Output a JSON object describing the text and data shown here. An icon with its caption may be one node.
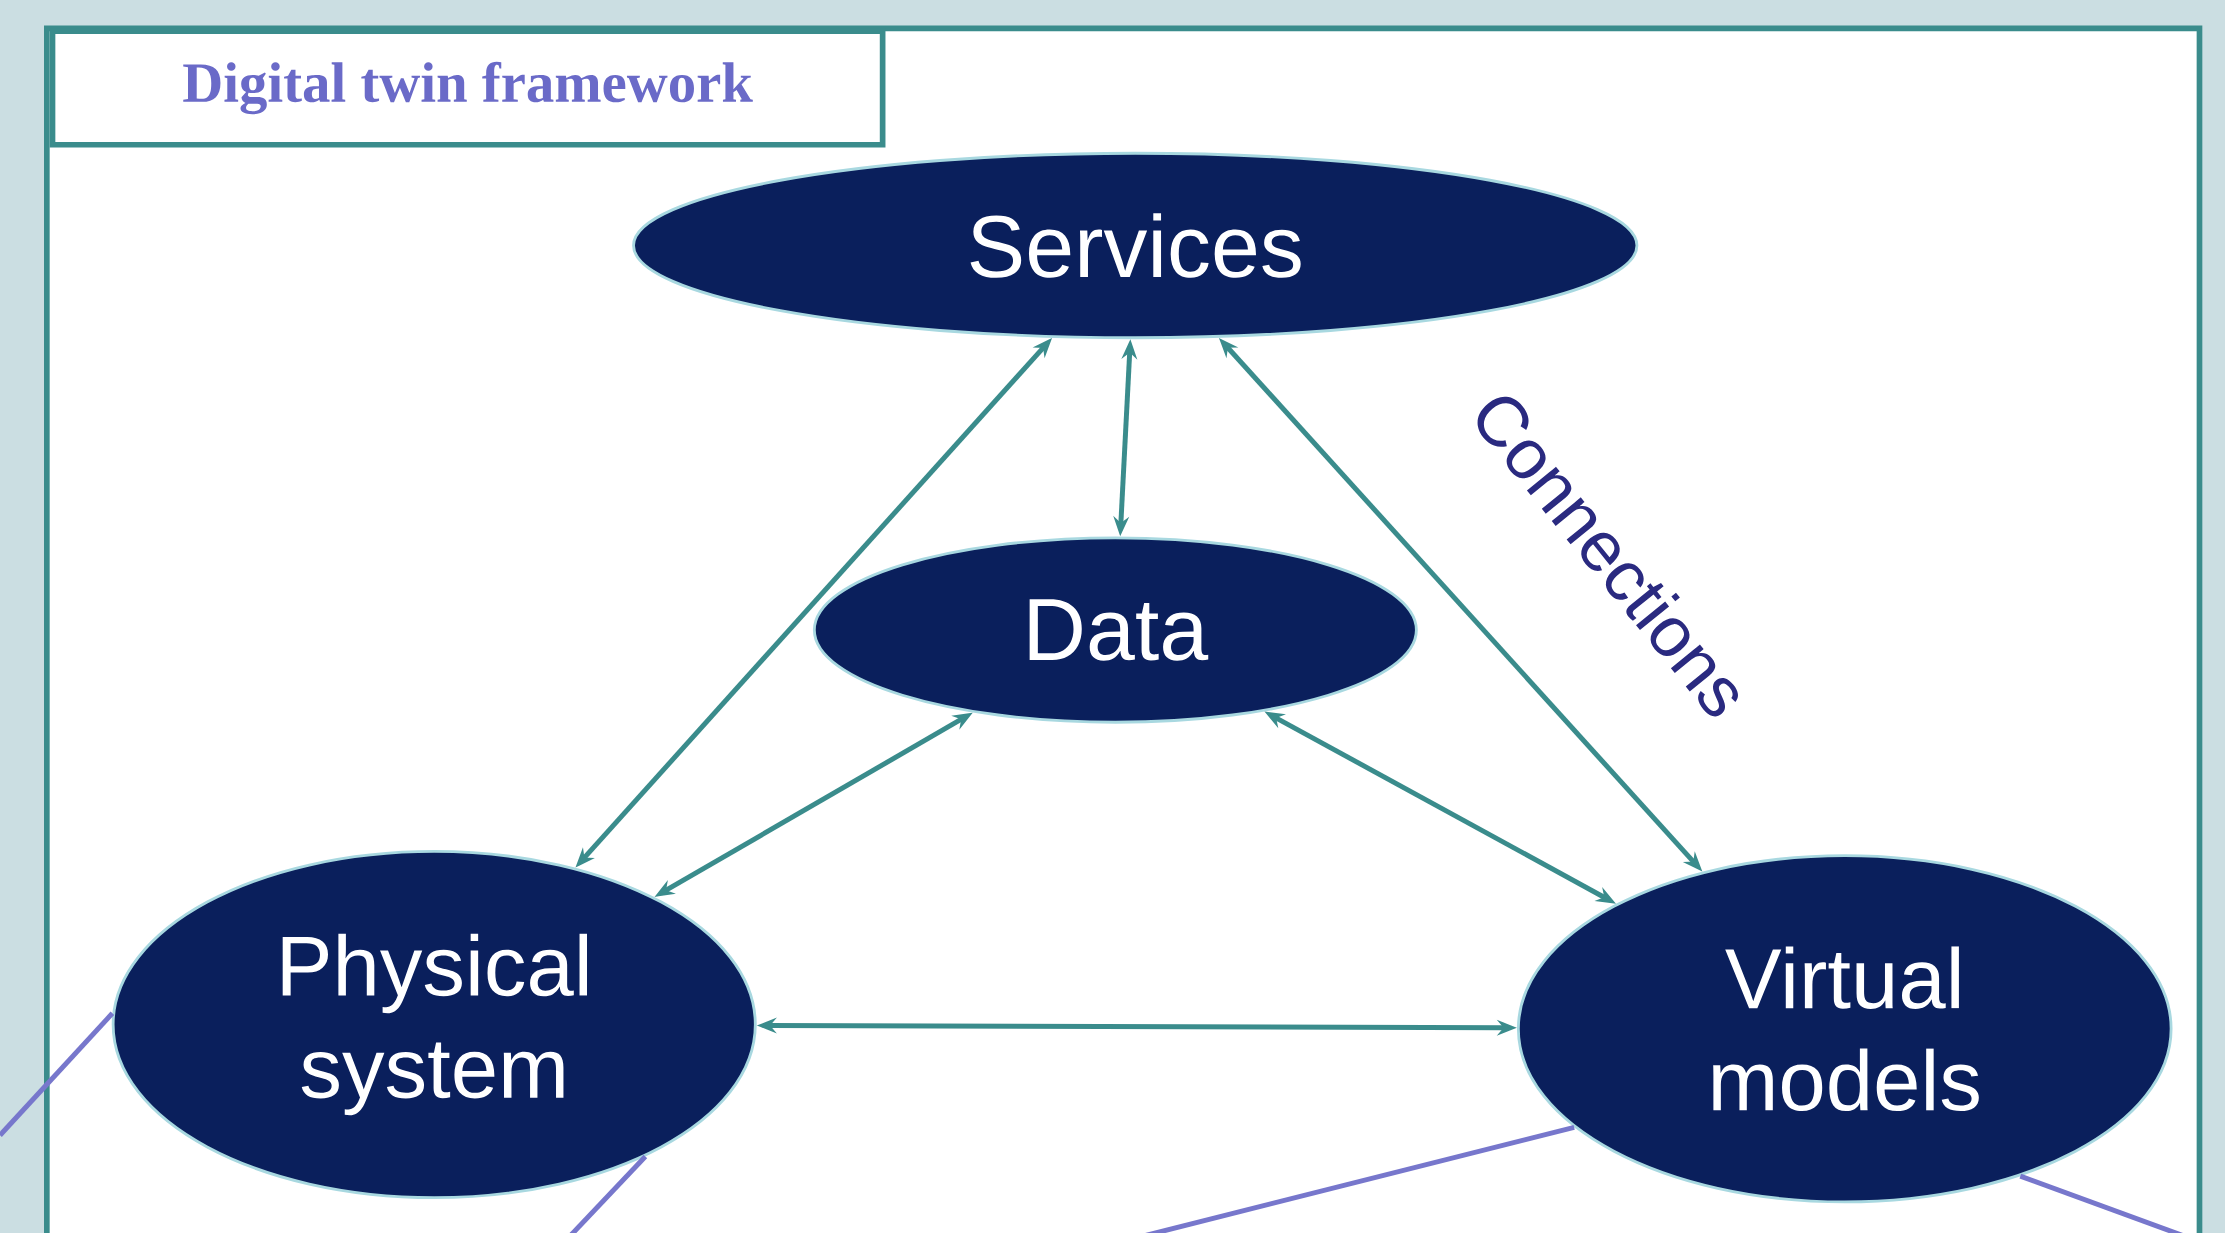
{
  "diagram": {
    "title": "Digital twin framework",
    "nodes": [
      {
        "text": [
          "Services"
        ]
      },
      {
        "text": [
          "Data"
        ]
      },
      {
        "text": [
          "Physical system"
        ]
      },
      {
        "text": [
          "Virtual models"
        ]
      }
    ],
    "edges": [
      {
        "from": 0,
        "to": 2,
        "arrow": "both"
      },
      {
        "from": 0,
        "to": 1,
        "arrow": "both"
      },
      {
        "from": 0,
        "to": 3,
        "arrow": "both"
      },
      {
        "from": 1,
        "to": 2,
        "arrow": "both"
      },
      {
        "from": 1,
        "to": 3,
        "arrow": "both"
      },
      {
        "from": 2,
        "to": 3,
        "arrow": "both"
      },
      {
        "from": 2,
        "to": null,
        "arrow": "none",
        "color": "#7777cc"
      },
      {
        "from": 2,
        "to": null,
        "arrow": "none",
        "color": "#7777cc"
      },
      {
        "from": 3,
        "to": null,
        "arrow": "none",
        "color": "#7777cc"
      },
      {
        "from": 3,
        "to": null,
        "arrow": "none",
        "color": "#7777cc"
      }
    ],
    "labels": [
      "Connections"
    ]
  }
}
